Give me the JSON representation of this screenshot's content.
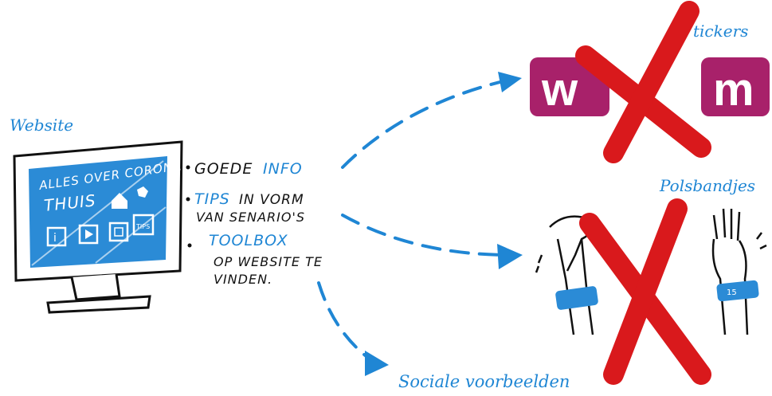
{
  "labels": {
    "website": "Website",
    "stickers": "tickers",
    "polsbandjes": "Polsbandjes",
    "sociale": "Sociale voorbeelden"
  },
  "screen": {
    "line1": "ALLES OVER CORONA",
    "line2": "THUIS",
    "tips_tile": "TIPS"
  },
  "bullets": [
    {
      "accent": "INFO",
      "rest": "GOEDE"
    },
    {
      "accent": "TIPS",
      "rest": "IN VORM",
      "line2": "VAN SENARIO'S"
    },
    {
      "accent": "TOOLBOX",
      "line2": "OP WEBSITE TE",
      "line3": "VINDEN."
    }
  ],
  "sticker": {
    "left": "w",
    "right": "m"
  },
  "band": {
    "text": "15"
  },
  "colors": {
    "blue": "#1f86d4",
    "sticker_bg": "#a8216a",
    "cross": "#d9191c",
    "ink": "#111111"
  }
}
